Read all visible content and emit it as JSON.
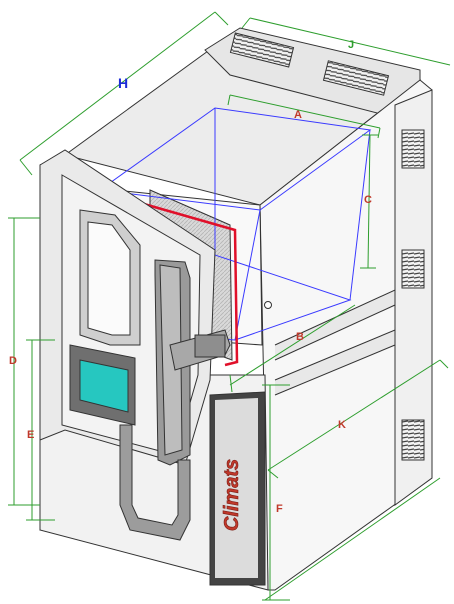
{
  "dimensions": {
    "A": "A",
    "B": "B",
    "C": "C",
    "D": "D",
    "E": "E",
    "F": "F",
    "H": "H",
    "J": "J",
    "K": "K"
  },
  "brand": {
    "text": "Climats",
    "color": "#c0392b"
  },
  "colors": {
    "outline": "#333333",
    "dimension_line": "#2e9e2e",
    "interior_box": "#3a3aff",
    "door_seal": "#e0102a",
    "screen": "#26c7c0",
    "label_green": "#2e9e2e",
    "label_red": "#c0392b",
    "label_blue": "#1c2bd8"
  },
  "icons": [
    "handle-icon",
    "vent-grille-icon",
    "touch-screen-icon",
    "lock-icon"
  ]
}
